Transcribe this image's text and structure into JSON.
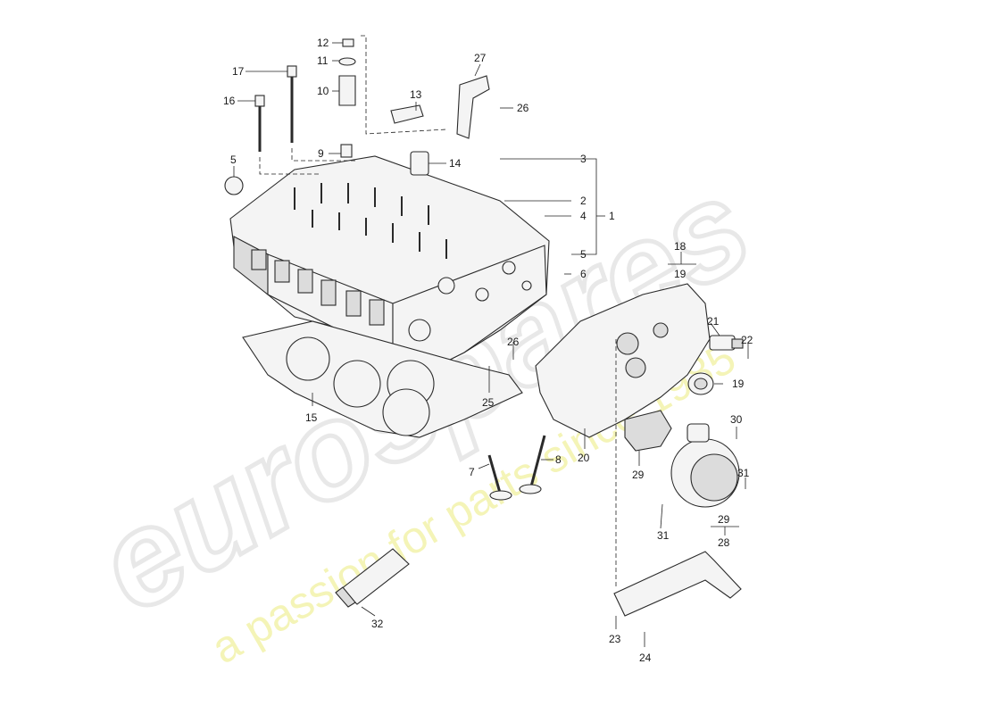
{
  "watermark": {
    "brand": "eurospares",
    "tagline": "a passion for parts since 1985",
    "brand_color": "#e9e9e9",
    "tagline_color": "#f1f1a6"
  },
  "callouts": [
    {
      "id": "c1",
      "text": "1"
    },
    {
      "id": "c2",
      "text": "2"
    },
    {
      "id": "c3",
      "text": "3"
    },
    {
      "id": "c4",
      "text": "4"
    },
    {
      "id": "c5a",
      "text": "5"
    },
    {
      "id": "c5b",
      "text": "5"
    },
    {
      "id": "c6",
      "text": "6"
    },
    {
      "id": "c7",
      "text": "7"
    },
    {
      "id": "c8",
      "text": "8"
    },
    {
      "id": "c9",
      "text": "9"
    },
    {
      "id": "c10",
      "text": "10"
    },
    {
      "id": "c11",
      "text": "11"
    },
    {
      "id": "c12",
      "text": "12"
    },
    {
      "id": "c13",
      "text": "13"
    },
    {
      "id": "c14",
      "text": "14"
    },
    {
      "id": "c15",
      "text": "15"
    },
    {
      "id": "c16",
      "text": "16"
    },
    {
      "id": "c17",
      "text": "17"
    },
    {
      "id": "c18",
      "text": "18"
    },
    {
      "id": "c19a",
      "text": "19"
    },
    {
      "id": "c19b",
      "text": "19"
    },
    {
      "id": "c20",
      "text": "20"
    },
    {
      "id": "c21",
      "text": "21"
    },
    {
      "id": "c22",
      "text": "22"
    },
    {
      "id": "c23",
      "text": "23"
    },
    {
      "id": "c24",
      "text": "24"
    },
    {
      "id": "c25",
      "text": "25"
    },
    {
      "id": "c26a",
      "text": "26"
    },
    {
      "id": "c26b",
      "text": "26"
    },
    {
      "id": "c27",
      "text": "27"
    },
    {
      "id": "c28",
      "text": "28"
    },
    {
      "id": "c29a",
      "text": "29"
    },
    {
      "id": "c29b",
      "text": "29"
    },
    {
      "id": "c30",
      "text": "30"
    },
    {
      "id": "c31a",
      "text": "31"
    },
    {
      "id": "c31b",
      "text": "31"
    },
    {
      "id": "c32",
      "text": "32"
    }
  ]
}
